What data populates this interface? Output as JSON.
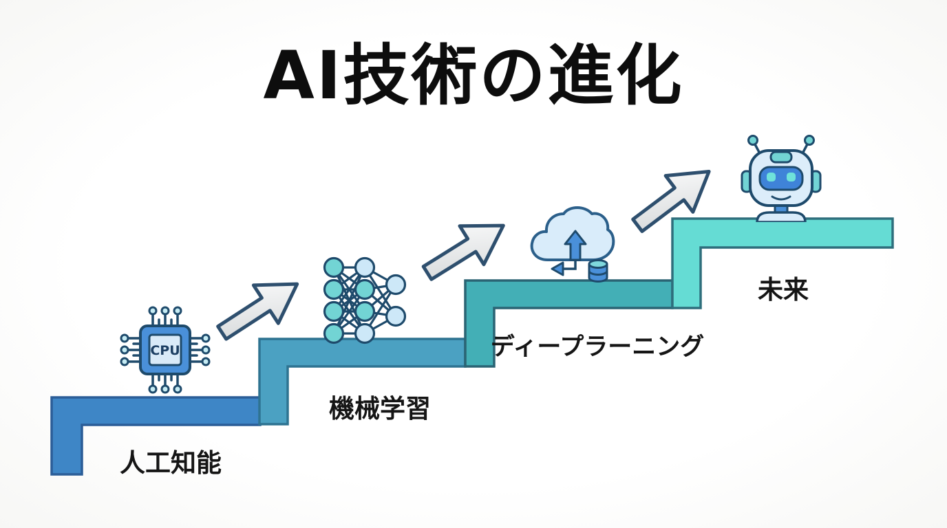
{
  "title": "AI技術の進化",
  "steps": [
    {
      "label": "人工知能",
      "icon": "cpu-chip-icon",
      "fill": "#3E86C6",
      "stroke": "#2B5D97"
    },
    {
      "label": "機械学習",
      "icon": "neural-network-icon",
      "fill": "#4BA1C2",
      "stroke": "#2E7391"
    },
    {
      "label": "ディープラーニング",
      "icon": "cloud-data-icon",
      "fill": "#43AFB6",
      "stroke": "#2B6474"
    },
    {
      "label": "未来",
      "icon": "robot-icon",
      "fill": "#65DCD4",
      "stroke": "#2E6E7C"
    }
  ],
  "icons": {
    "cpu_label": "CPU"
  },
  "arrow": {
    "fill_light": "#ffffff",
    "fill_dark": "#d2d5d7",
    "stroke": "#2E4F6E"
  },
  "palette": {
    "outline_navy": "#1E4A6B",
    "icon_blue": "#4A90D9",
    "icon_light_blue": "#D9ECFA",
    "icon_teal": "#72D4D4",
    "text_black": "#151515"
  }
}
